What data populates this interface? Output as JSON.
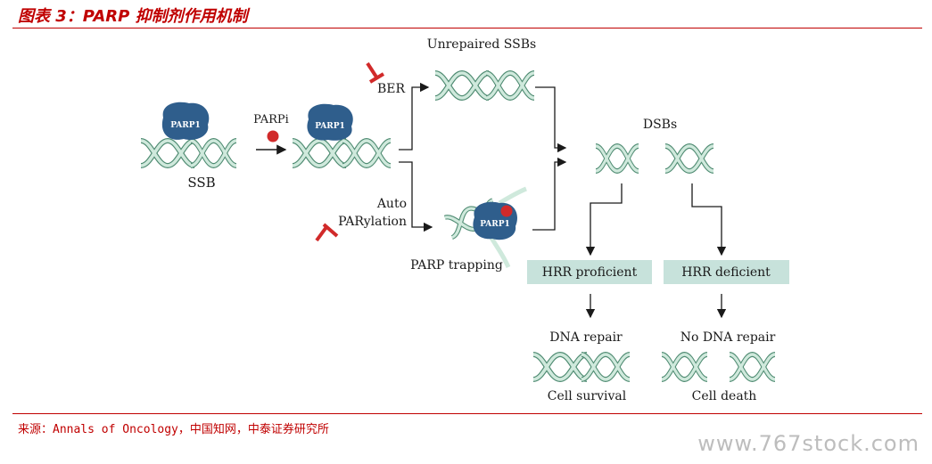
{
  "figure_title": "图表 3：PARP 抑制剂作用机制",
  "source_line": "来源：Annals of Oncology，中国知网，中泰证券研究所",
  "watermark": "www.767stock.com",
  "diagram": {
    "parp1_label": "PARP1",
    "parpi_label": "PARPi",
    "ssb_label": "SSB",
    "ber_label": "BER",
    "unrepaired_label": "Unrepaired SSBs",
    "auto_label": "Auto",
    "parylation_label": "PARylation",
    "parp_trapping_label": "PARP trapping",
    "dsbs_label": "DSBs",
    "hrr_proficient_label": "HRR proficient",
    "hrr_deficient_label": "HRR deficient",
    "dna_repair_label": "DNA repair",
    "no_dna_repair_label": "No DNA repair",
    "cell_survival_label": "Cell survival",
    "cell_death_label": "Cell death"
  },
  "colors": {
    "dna_fill": "#cfe9dc",
    "dna_stroke": "#4f8b72",
    "protein": "#2f5e8c",
    "inhibitor": "#d12a2a",
    "hrr_box": "#c7e2db",
    "title_red": "#c00000"
  }
}
